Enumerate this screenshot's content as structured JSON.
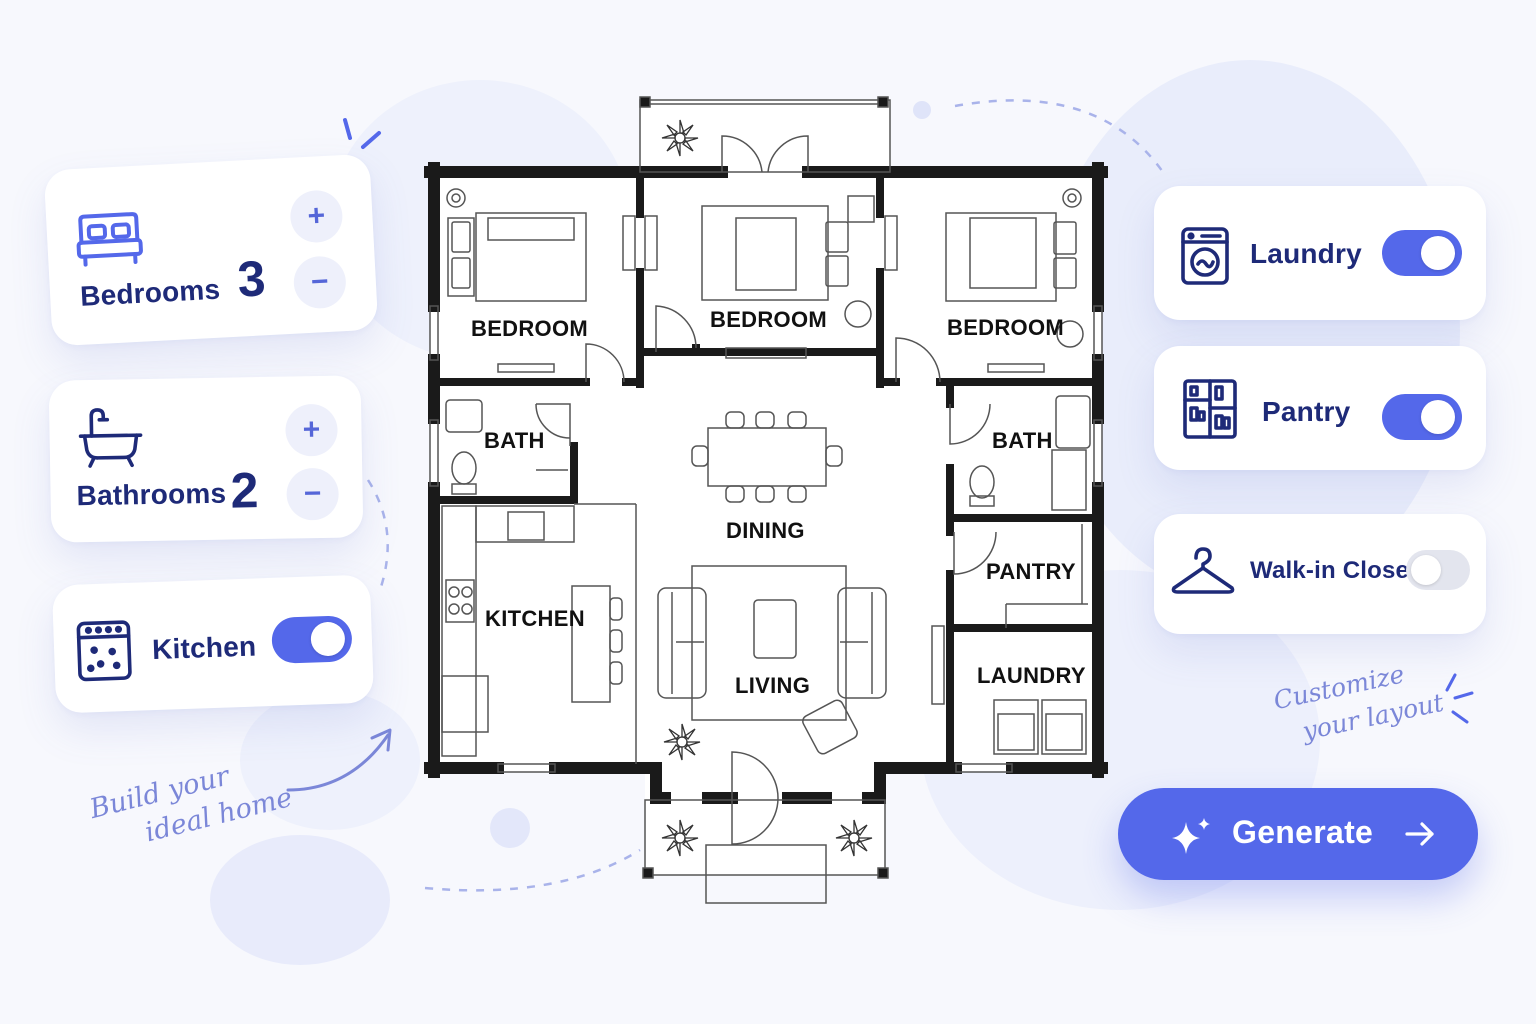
{
  "controls": {
    "bedrooms": {
      "label": "Bedrooms",
      "count": "3",
      "icon": "bed-icon",
      "plus": "+",
      "minus": "−"
    },
    "bathrooms": {
      "label": "Bathrooms",
      "count": "2",
      "icon": "bathtub-icon",
      "plus": "+",
      "minus": "−"
    },
    "kitchen": {
      "label": "Kitchen",
      "icon": "stove-icon",
      "enabled": true
    },
    "laundry": {
      "label": "Laundry",
      "icon": "washing-machine-icon",
      "enabled": true
    },
    "pantry": {
      "label": "Pantry",
      "icon": "pantry-shelf-icon",
      "enabled": true
    },
    "walk_in_closet": {
      "label": "Walk-in Closet",
      "icon": "hanger-icon",
      "enabled": false
    }
  },
  "notes": {
    "left_line1": "Build your",
    "left_line2": "ideal home",
    "right_line1": "Customize",
    "right_line2": "your layout"
  },
  "generate": {
    "label": "Generate",
    "icon": "sparkle-icon",
    "arrow": "arrow-right-icon"
  },
  "floorplan": {
    "rooms": {
      "bedroom_left": "BEDROOM",
      "bedroom_center": "BEDROOM",
      "bedroom_right": "BEDROOM",
      "bath_left": "BATH",
      "bath_right": "BATH",
      "dining": "DINING",
      "kitchen": "KITCHEN",
      "living": "LIVING",
      "pantry": "PANTRY",
      "laundry": "LAUNDRY"
    }
  },
  "colors": {
    "accent": "#5468ea",
    "text": "#1e2a78",
    "wall": "#1a1a1a",
    "toggle_off": "#e3e5ee",
    "note": "#7b87d8"
  }
}
